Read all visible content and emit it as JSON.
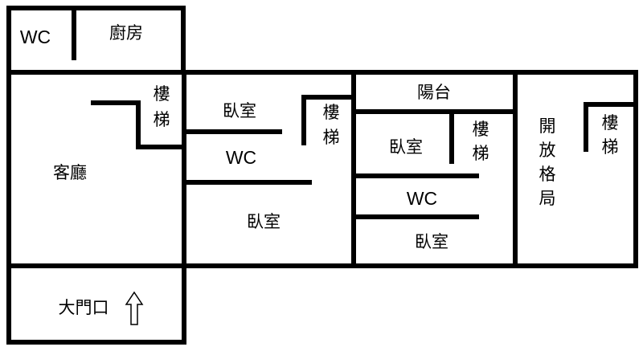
{
  "floor_plan": {
    "colors": {
      "wall": "#000000",
      "background": "#ffffff"
    },
    "rooms": {
      "top_left_wc": "WC",
      "kitchen": "廚房",
      "living_room": "客廳",
      "stair_living": [
        "樓",
        "梯"
      ],
      "bedroom_1": "臥室",
      "wc_middle": "WC",
      "bedroom_2": "臥室",
      "stair_middle": [
        "樓",
        "梯"
      ],
      "balcony": "陽台",
      "bedroom_3": "臥室",
      "stair_right_mid": [
        "樓",
        "梯"
      ],
      "wc_right": "WC",
      "bedroom_4": "臥室",
      "open_plan": [
        "開",
        "放",
        "格",
        "局"
      ],
      "stair_far_right": [
        "樓",
        "梯"
      ],
      "main_door": "大門口"
    },
    "icons": {
      "entrance_arrow": "arrow-up-outline-icon"
    }
  }
}
